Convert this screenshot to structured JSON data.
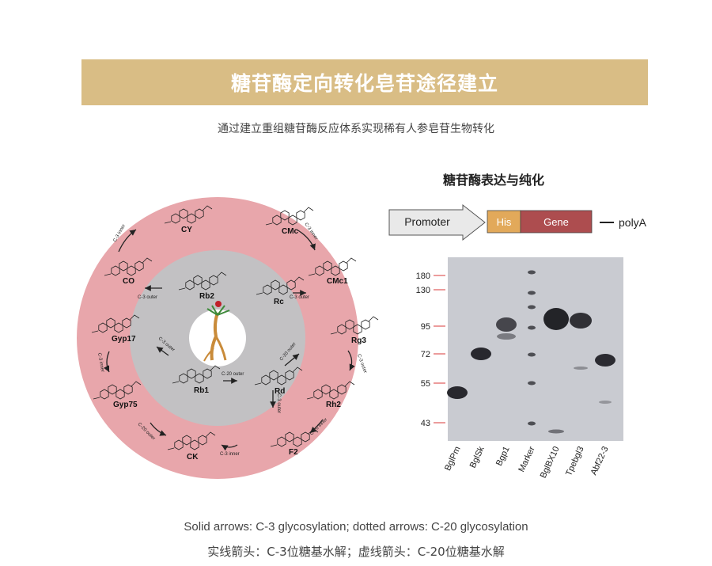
{
  "header": {
    "title": "糖苷酶定向转化皂苷途径建立",
    "subtitle": "通过建立重组糖苷酶反应体系实现稀有人参皂苷生物转化"
  },
  "pathway": {
    "inner_compounds": [
      "Rb2",
      "Rc",
      "Rb1",
      "Rd"
    ],
    "outer_compounds": [
      "CY",
      "CMc",
      "CO",
      "CMc1",
      "Rg3",
      "Gyp17",
      "Gyp75",
      "Rh2",
      "CK",
      "F2"
    ],
    "arrow_labels": {
      "rb2_co": "C-3 outer",
      "rc_cmc1": "C-3 outer",
      "rb1_rd": "C-20 outer",
      "rb1_gyp17": "C-3 outer",
      "rd_rg3": "C-20 outer",
      "rd_f2": "C-3 outer",
      "rg3_rh2": "C-3 outer",
      "f2_ck": "C-3 inner",
      "rh2_f2": "C-20 inner",
      "gyp75_ck": "C-20 outer",
      "gyp17_gyp75": "C-3 inner",
      "co_cy": "C-3 inner",
      "cmc_cmc1": "C-3 inner"
    }
  },
  "construct": {
    "title": "糖苷酶表达与纯化",
    "promoter": "Promoter",
    "his": "His",
    "gene": "Gene",
    "polya": "polyA"
  },
  "gel": {
    "markers": [
      "180",
      "130",
      "95",
      "72",
      "55",
      "43"
    ],
    "lanes": [
      "BglPm",
      "BglSk",
      "Bgp1",
      "Marker",
      "BglBX10",
      "Tpebgl3",
      "Abf22-3"
    ]
  },
  "captions": {
    "english": "Solid arrows: C-3 glycosylation; dotted arrows: C-20 glycosylation",
    "chinese": "实线箭头：C-3位糖基水解；虚线箭头：C-20位糖基水解"
  },
  "colors": {
    "banner": "#d9bd85",
    "outer_ring": "#e8a6ab",
    "inner_disk": "#c2c1c3",
    "his_tag": "#e2a95a",
    "gene_block": "#ad4d4f",
    "gel_background": "#c9cbd1"
  }
}
